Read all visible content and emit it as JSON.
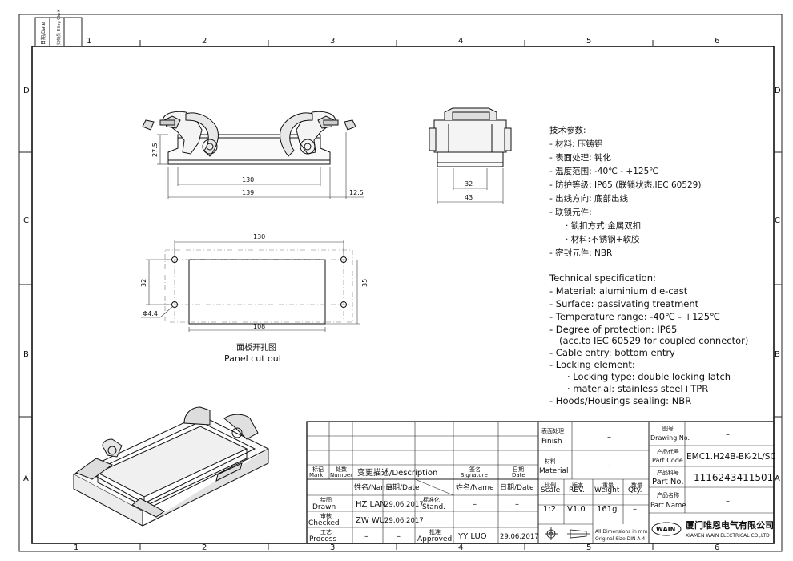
{
  "frame": {
    "top_cols": [
      "1",
      "2",
      "3",
      "4",
      "5",
      "6"
    ],
    "rows": [
      "D",
      "C",
      "B",
      "A"
    ],
    "corner_labels": [
      "日期/Date",
      "归档员 Filing Clerk"
    ]
  },
  "front_view": {
    "dims": {
      "height": "27.5",
      "inner": "130",
      "outer": "139",
      "flange": "12.5"
    }
  },
  "side_view": {
    "dims": {
      "inner": "32",
      "outer": "43"
    }
  },
  "cutout": {
    "dims": {
      "top": "130",
      "bottom": "108",
      "left": "32",
      "right": "35",
      "hole": "Φ4.4"
    },
    "caption_cn": "面板开孔图",
    "caption_en": "Panel cut out"
  },
  "spec": {
    "cn": [
      "技术参数:",
      "- 材料: 压铸铝",
      "- 表面处理: 钝化",
      "- 温度范围: -40℃ - +125℃",
      "- 防护等级: IP65 (联锁状态,IEC 60529)",
      "- 出线方向: 底部出线",
      "- 联锁元件:",
      "· 锁扣方式:金属双扣",
      "· 材料:不锈钢+软胶",
      "- 密封元件: NBR"
    ],
    "en": [
      "Technical specification:",
      "- Material: aluminium die-cast",
      "- Surface: passivating treatment",
      "- Temperature range: -40℃ - +125℃",
      "- Degree of protection: IP65",
      "(acc.to IEC 60529 for coupled connector)",
      "- Cable entry: bottom entry",
      "- Locking element:",
      "· Locking type: double locking latch",
      "· material: stainless steel+TPR",
      "- Hoods/Housings sealing: NBR"
    ]
  },
  "title_block": {
    "mark": [
      "标记",
      "Mark"
    ],
    "number": [
      "处数",
      "Number"
    ],
    "description": "变更描述/Description",
    "signature": [
      "签名",
      "Signature"
    ],
    "date": [
      "日期",
      "Date"
    ],
    "name_hdr": "姓名/Name",
    "date_hdr": "日期/Date",
    "drawn": [
      "绘图",
      "Drawn"
    ],
    "checked": [
      "审核",
      "Checked"
    ],
    "process": [
      "工艺",
      "Process"
    ],
    "stand": [
      "标准化",
      "Stand."
    ],
    "approved": [
      "批准",
      "Approved"
    ],
    "drawn_name": "HZ  LAN",
    "drawn_date": "29.06.2017",
    "checked_name": "ZW  WU",
    "checked_date": "29.06.2017",
    "approved_name": "YY  LUO",
    "approved_date": "29.06.2017",
    "dash": "–",
    "finish": [
      "表面处理",
      "Finish"
    ],
    "material": [
      "材料",
      "Material"
    ],
    "finish_val": "–",
    "material_val": "–",
    "scale": [
      "比例",
      "Scale"
    ],
    "rev": [
      "版本",
      "REV."
    ],
    "weight": [
      "重量",
      "Weight"
    ],
    "qty": [
      "数量",
      "Qty."
    ],
    "scale_val": "1:2",
    "rev_val": "V1.0",
    "weight_val": "161g",
    "qty_val": "–",
    "dims_note": [
      "All Dimensions in mm",
      "Original Size DIN A 4"
    ],
    "drawing_no": [
      "图号",
      "Drawing No."
    ],
    "part_code": [
      "产品代号",
      "Part Code"
    ],
    "part_no": [
      "产品料号",
      "Part No."
    ],
    "part_name": [
      "产品名称",
      "Part Name"
    ],
    "drawing_no_val": "–",
    "part_code_val": "EMC1.H24B-BK-2L/SC",
    "part_no_val": "1116243411501",
    "part_name_val": "–",
    "logo": "WAIN",
    "company_cn": "厦门唯恩电气有限公司",
    "company_en": "XIAMEN WAIN ELECTRICAL CO.,LTD"
  }
}
